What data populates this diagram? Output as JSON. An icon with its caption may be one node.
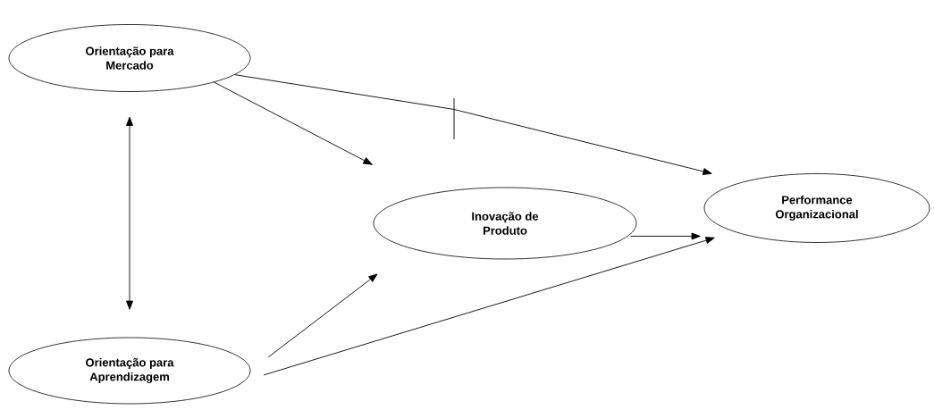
{
  "diagram": {
    "nodes": [
      {
        "text": [
          "Orientação para Mercado"
        ]
      },
      {
        "text": [
          "Inovação de Produto"
        ]
      },
      {
        "text": [
          "Performance Organizacional"
        ]
      },
      {
        "text": [
          "Orientação para Aprendizagem"
        ]
      }
    ],
    "edges": [
      {
        "from": 0,
        "to": 2,
        "arrow": "to"
      },
      {
        "from": 0,
        "to": 1,
        "arrow": "to"
      },
      {
        "from": 0,
        "to": 3,
        "arrow": "both"
      },
      {
        "from": 3,
        "to": 1,
        "arrow": "to"
      },
      {
        "from": 3,
        "to": 2,
        "arrow": "to"
      },
      {
        "from": 1,
        "to": 2,
        "arrow": "to"
      }
    ]
  }
}
